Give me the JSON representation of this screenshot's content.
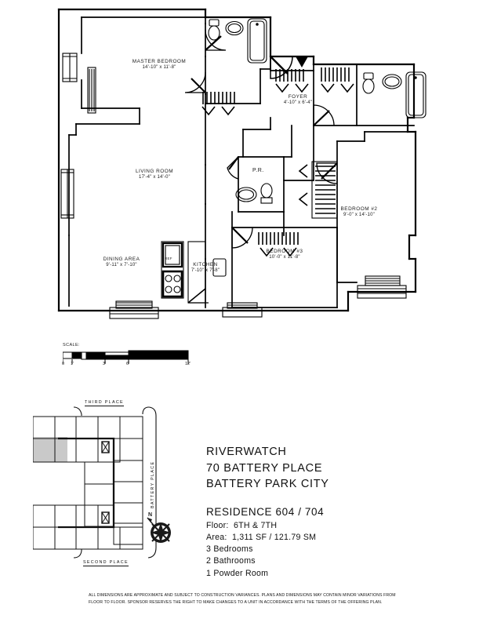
{
  "document": {
    "type": "architectural-floor-plan",
    "building_name": "RIVERWATCH",
    "address": "70 BATTERY PLACE",
    "neighborhood": "BATTERY PARK CITY"
  },
  "residence": {
    "heading": "RESIDENCE 604 / 704",
    "floor_label": "Floor:",
    "floor_value": "6TH & 7TH",
    "area_label": "Area:",
    "area_value": "1,311 SF / 121.79 SM",
    "bedrooms": "3 Bedrooms",
    "bathrooms": "2 Bathrooms",
    "powder_rooms": "1 Powder Room"
  },
  "rooms": [
    {
      "id": "master-bedroom",
      "name": "MASTER BEDROOM",
      "dimensions": "14'-10\" x 11'-8\""
    },
    {
      "id": "living-room",
      "name": "LIVING ROOM",
      "dimensions": "17'-4\" x 14'-0\""
    },
    {
      "id": "dining-area",
      "name": "DINING AREA",
      "dimensions": "9'-11\" x 7'-10\""
    },
    {
      "id": "kitchen",
      "name": "KITCHEN",
      "dimensions": "7'-10\" x 7'-8\""
    },
    {
      "id": "foyer",
      "name": "FOYER",
      "dimensions": "4'-10\" x 6'-4\""
    },
    {
      "id": "bedroom-3",
      "name": "BEDROOM #3",
      "dimensions": "10'-0\" x 11'-8\""
    },
    {
      "id": "bedroom-2",
      "name": "BEDROOM #2",
      "dimensions": "9'-0\" x 14'-10\""
    },
    {
      "id": "powder-room",
      "name": "P.R.",
      "dimensions": ""
    }
  ],
  "fixtures": {
    "refrigerator": "REF"
  },
  "scale": {
    "title": "SCALE:",
    "ticks": [
      "0",
      "1'",
      "3'",
      "6'",
      "12'"
    ]
  },
  "key_plan": {
    "street_top": "THIRD PLACE",
    "street_bottom": "SECOND PLACE",
    "street_right": "BATTERY PLACE",
    "compass": "N",
    "highlight_color": "#c9c9c9"
  },
  "disclaimer": {
    "line1": "ALL DIMENSIONS ARE APPROXIMATE AND SUBJECT TO CONSTRUCTION VARIANCES.  PLANS AND DIMENSIONS MAY CONTAIN MINOR VARIATIONS FROM",
    "line2": "FLOOR TO FLOOR.  SPONSOR RESERVES THE RIGHT TO MAKE CHANGES TO A UNIT IN ACCORDANCE  WITH THE TERMS OF THE OFFERING PLAN."
  },
  "colors": {
    "ink": "#000000",
    "paper": "#ffffff"
  }
}
